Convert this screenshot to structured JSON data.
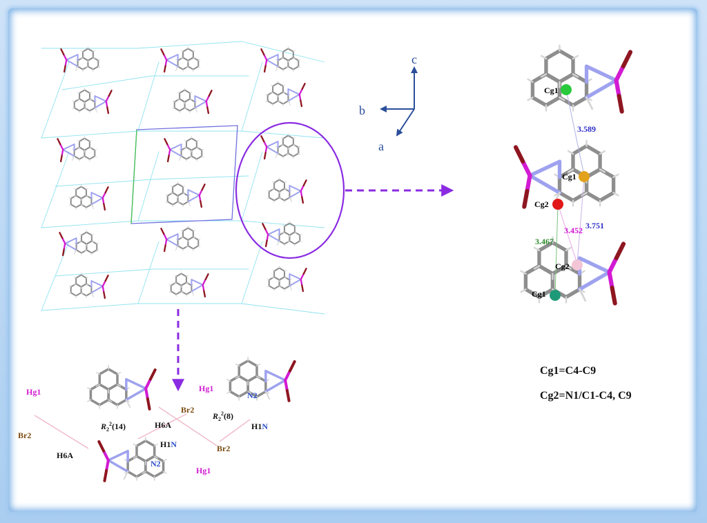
{
  "axes": {
    "c": "c",
    "b": "b",
    "a": "a"
  },
  "colors": {
    "bond": "#8e8e8e",
    "hydrogen": "#d6d6d6",
    "nitrogen": "#9ea2ee",
    "mercury": "#d21bd2",
    "bromine": "#8e1620",
    "hbond": "#8fe3ef",
    "arrow": "#8a2be2",
    "cg1_green": "#29c93c",
    "cg1_teal": "#1f9a78",
    "cg1_orange": "#e3a21c",
    "cg2_red": "#e01818",
    "cg2_pink": "#f2c6d6",
    "dist_blue": "#3030c8",
    "dist_magenta": "#d010d0",
    "dist_green": "#2a8a2a"
  },
  "stacking": {
    "d1": "3.589",
    "d2": "3.751",
    "d3": "3.452",
    "d4": "3.467",
    "cg1_top": "Cg1",
    "cg1_mid": "Cg1",
    "cg2_mid": "Cg2",
    "cg2_low": "Cg2",
    "cg1_bottom": "Cg1"
  },
  "definitions": {
    "cg1": "Cg1=C4-C9",
    "cg2": "Cg2=N1/C1-C4, C9"
  },
  "hbond_labels": {
    "hg1_left": "Hg1",
    "br2_left": "Br2",
    "h6a_left": "H6A",
    "ring14_base": "R",
    "ring14_sub": "2",
    "ring14_sup": "2",
    "ring14_tail": "(14)",
    "h6a_mid": "H6A",
    "br2_mid": "Br2",
    "hg1_mid": "Hg1",
    "n2_right": "N2",
    "ring8_base": "R",
    "ring8_sub": "2",
    "ring8_sup": "2",
    "ring8_tail": "(8)",
    "h1n_right_h": "H1",
    "h1n_right_n": "N",
    "h1n_mid_h": "H1",
    "h1n_mid_n": "N",
    "br2_right": "Br2",
    "n2_low": "N2",
    "hg1_low": "Hg1"
  }
}
